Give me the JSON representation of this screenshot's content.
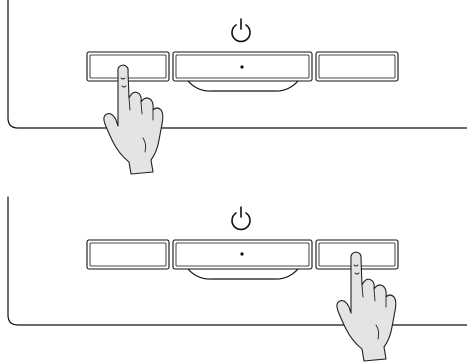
{
  "diagram": {
    "panels": [
      {
        "id": "panel-1",
        "pressed_button": "left",
        "icons": [
          "power-icon",
          "hand-pointer-icon"
        ]
      },
      {
        "id": "panel-2",
        "pressed_button": "right",
        "icons": [
          "power-icon",
          "hand-pointer-icon"
        ]
      }
    ],
    "colors": {
      "line": "#111111",
      "hand_fill": "#e4e4e4",
      "background": "#ffffff"
    }
  }
}
